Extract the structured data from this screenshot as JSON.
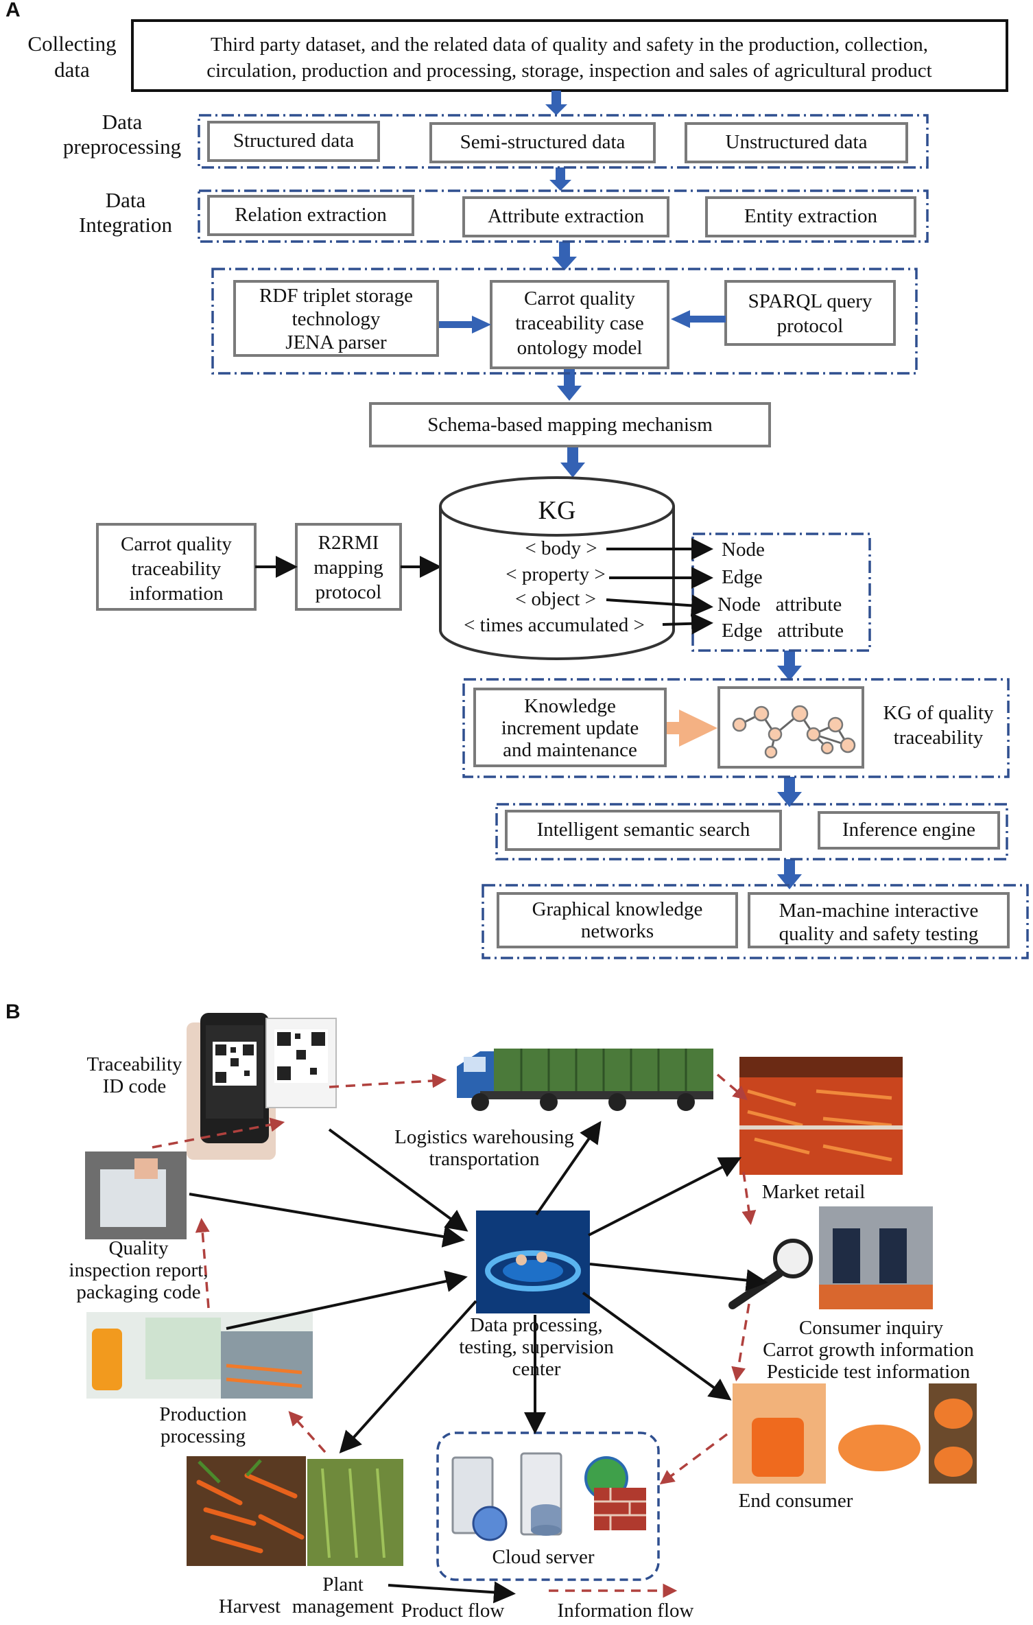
{
  "panel_a": {
    "label": "A",
    "stages": {
      "collecting": [
        "Collecting",
        "data"
      ],
      "preprocessing": [
        "Data",
        "preprocessing"
      ],
      "integration": [
        "Data",
        "Integration"
      ]
    },
    "top_box": [
      "Third party dataset, and the related data of quality and safety in the production, collection,",
      "circulation, production and processing, storage, inspection and sales of agricultural product"
    ],
    "preprocessing_boxes": [
      "Structured data",
      "Semi-structured data",
      "Unstructured data"
    ],
    "integration_boxes": [
      "Relation extraction",
      "Attribute extraction",
      "Entity extraction"
    ],
    "rdf_box": [
      "RDF triplet storage",
      "technology",
      "JENA parser"
    ],
    "ontology_box": [
      "Carrot quality",
      "traceability case",
      "ontology model"
    ],
    "sparql_box": [
      "SPARQL query",
      "protocol"
    ],
    "schema_box": "Schema-based mapping mechanism",
    "info_box": [
      "Carrot quality",
      "traceability",
      "information"
    ],
    "r2rmi_box": [
      "R2RMI",
      "mapping",
      "protocol"
    ],
    "kg_title": "KG",
    "kg_rows": [
      "< body >",
      "< property >",
      "< object >",
      "< times accumulated >"
    ],
    "graph_elements": [
      "Node",
      "Edge",
      "Node   attribute",
      "Edge   attribute"
    ],
    "increment_box": [
      "Knowledge",
      "increment update",
      "and maintenance"
    ],
    "kg_quality": [
      "KG of quality",
      "traceability"
    ],
    "search_box": "Intelligent semantic search",
    "inference_box": "Inference engine",
    "graphical_box": [
      "Graphical knowledge",
      "networks"
    ],
    "testing_box": [
      "Man-machine interactive",
      "quality and safety testing"
    ]
  },
  "panel_b": {
    "label": "B",
    "traceability": [
      "Traceability",
      "ID code"
    ],
    "logistics": [
      "Logistics warehousing",
      "transportation"
    ],
    "market": "Market retail",
    "quality": [
      "Quality",
      "inspection report,",
      "packaging code"
    ],
    "center": [
      "Data processing,",
      "testing, supervision",
      "center"
    ],
    "consumer_inquiry": [
      "Consumer inquiry",
      "Carrot growth information",
      "Pesticide test information"
    ],
    "production": [
      "Production",
      "processing"
    ],
    "harvest": "Harvest",
    "plant": [
      "Plant",
      "management"
    ],
    "cloud": "Cloud server",
    "end_consumer": "End consumer",
    "legend": {
      "product": "Product flow",
      "information": "Information flow"
    }
  },
  "colors": {
    "flow_blue": "#3462b4",
    "info_red": "#b0413e",
    "box_gray": "#7a7a7a",
    "orange_arrow": "#f4b183"
  }
}
